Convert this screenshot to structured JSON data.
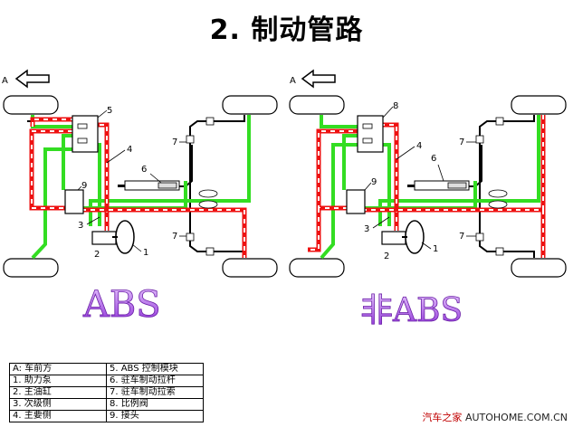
{
  "title": "2. 制动管路",
  "labels": {
    "front_arrow": "A",
    "abs_caption": "ABS",
    "non_abs_caption": "非ABS"
  },
  "callouts": {
    "abs": [
      "1",
      "2",
      "3",
      "4",
      "5",
      "6",
      "7",
      "7",
      "9"
    ],
    "non_abs": [
      "1",
      "2",
      "3",
      "4",
      "6",
      "7",
      "7",
      "8",
      "9"
    ]
  },
  "legend": {
    "rows": [
      [
        "A: 车前方",
        "5. ABS 控制模块"
      ],
      [
        "1. 助力泵",
        "6. 驻车制动拉杆"
      ],
      [
        "2. 主油缸",
        "7. 驻车制动拉索"
      ],
      [
        "3. 次级侧",
        "8. 比例阀"
      ],
      [
        "4. 主要侧",
        "9. 接头"
      ]
    ]
  },
  "watermark": {
    "brand": "汽车之家",
    "site": "AUTOHOME.COM.CN"
  },
  "colors": {
    "green_line": "#33dd22",
    "red_line": "#ee1111",
    "caption": "#9933dd"
  }
}
